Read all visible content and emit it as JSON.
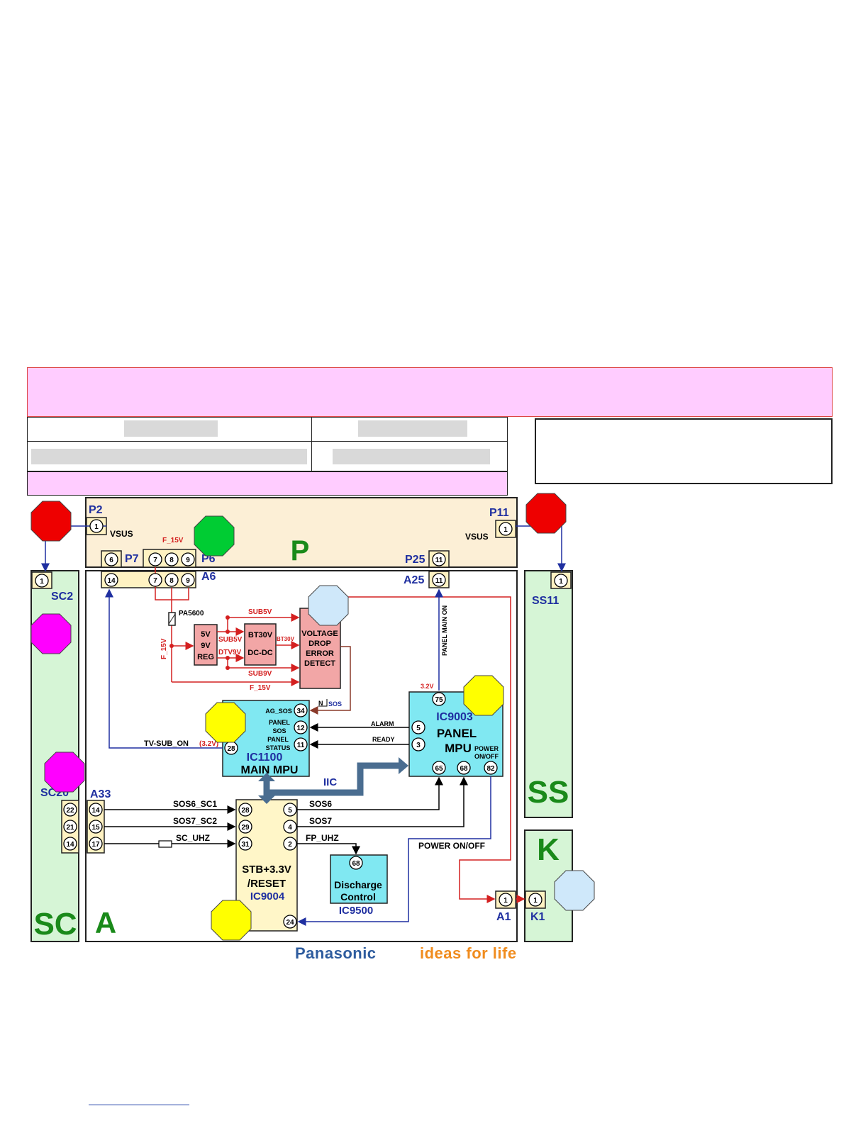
{
  "boards": {
    "P": "P",
    "A": "A",
    "SC": "SC",
    "SS": "SS",
    "K": "K"
  },
  "connectors": {
    "P2": "P2",
    "P11": "P11",
    "P7": "P7",
    "P6": "P6",
    "A6": "A6",
    "P25": "P25",
    "A25": "A25",
    "SC2": "SC2",
    "SS11": "SS11",
    "SC20": "SC20",
    "A33": "A33",
    "A1": "A1",
    "K1": "K1"
  },
  "pins": {
    "p2_1": "1",
    "p11_1": "1",
    "p7_6": "6",
    "p6_7": "7",
    "p6_8": "8",
    "p6_9": "9",
    "p25_11": "11",
    "a6_14": "14",
    "a6_7": "7",
    "a6_8": "8",
    "a6_9": "9",
    "a25_11": "11",
    "sc2_1": "1",
    "ss11_1": "1",
    "sc20_22": "22",
    "sc20_21": "21",
    "sc20_14": "14",
    "a33_14": "14",
    "a33_15": "15",
    "a33_17": "17",
    "ic9004_28": "28",
    "ic9004_29": "29",
    "ic9004_31": "31",
    "ic9004_5": "5",
    "ic9004_4": "4",
    "ic9004_2": "2",
    "ic9004_24": "24",
    "ic1100_34": "34",
    "ic1100_12": "12",
    "ic1100_11": "11",
    "ic1100_28": "28",
    "ic9003_75": "75",
    "ic9003_5": "5",
    "ic9003_3": "3",
    "ic9003_65": "65",
    "ic9003_68": "68",
    "ic9003_82": "82",
    "ic9500_68": "68",
    "a1_1": "1",
    "k1_1": "1"
  },
  "signals": {
    "vsus_left": "VSUS",
    "vsus_right": "VSUS",
    "f15v_top": "F_15V",
    "pa5600": "PA5600",
    "f15v_vert": "F_15V",
    "sub5v_top": "SUB5V",
    "sub5v_mid": "SUB5V",
    "dtv9v": "DTV9V",
    "bt30v": "BT30V",
    "sub9v": "SUB9V",
    "f15v_bottom": "F_15V",
    "panel_main_on": "PANEL MAIN ON",
    "v32_left": "3.2V",
    "n": "N",
    "sos": "SOS",
    "tv_sub_on": "TV-SUB_ON",
    "v32_tv": "(3.2V)",
    "alarm": "ALARM",
    "ready": "READY",
    "iic": "IIC",
    "sos6_sc1": "SOS6_SC1",
    "sos7_sc2": "SOS7_SC2",
    "sc_uhz": "SC_UHZ",
    "sos6": "SOS6",
    "sos7": "SOS7",
    "fp_uhz": "FP_UHZ",
    "power_on_off": "POWER ON/OFF"
  },
  "blocks": {
    "reg_l1": "5V",
    "reg_l2": "9V",
    "reg_l3": "REG",
    "dcdc_l1": "BT30V",
    "dcdc_l2": "DC-DC",
    "vde_l1": "VOLTAGE",
    "vde_l2": "DROP",
    "vde_l3": "ERROR",
    "vde_l4": "DETECT",
    "ic1100_pin_ag_sos": "AG_SOS",
    "ic1100_pin_panel_sos_1": "PANEL",
    "ic1100_pin_panel_sos_2": "SOS",
    "ic1100_pin_panel_status_1": "PANEL",
    "ic1100_pin_panel_status_2": "STATUS",
    "ic1100_name": "IC1100",
    "ic1100_desc": "MAIN MPU",
    "ic9003_name": "IC9003",
    "ic9003_desc1": "PANEL",
    "ic9003_desc2": "MPU",
    "ic9003_power1": "POWER",
    "ic9003_power2": "ON/OFF",
    "ic9004_l1": "STB+3.3V",
    "ic9004_l2": "/RESET",
    "ic9004_name": "IC9004",
    "ic9500_l1": "Discharge",
    "ic9500_l2": "Control",
    "ic9500_name": "IC9500"
  },
  "brand": {
    "name": "Panasonic",
    "tagline": "ideas for life"
  },
  "colors": {
    "header_band": "#ffccff",
    "p_board": "#fcefd6",
    "board_green": "#d6f5d6",
    "ic_cyan": "#80e8f2",
    "block_pink": "#f2a6a6",
    "connector": "#fff2c2",
    "signal_red": "#d42020",
    "signal_blue": "#1f2fa0",
    "iic_bus": "#4a6d90",
    "marker_red": "#ee0000",
    "marker_green": "#00cc33",
    "marker_magenta": "#ff00ff",
    "marker_yellow": "#ffff00",
    "marker_lightblue": "#cfe8fa"
  }
}
